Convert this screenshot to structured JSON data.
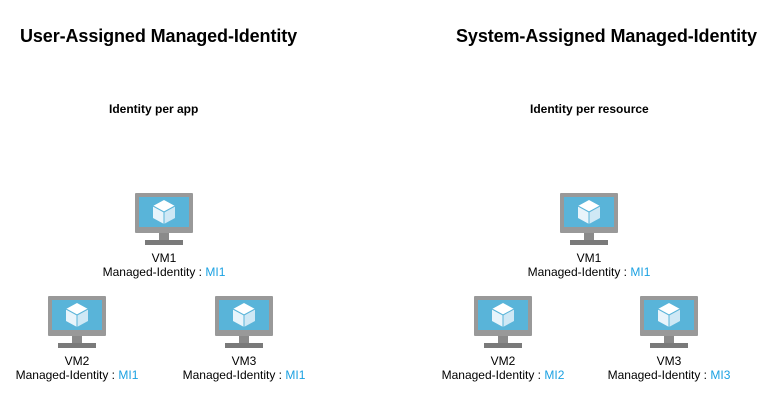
{
  "colors": {
    "accent": "#1ba1e2",
    "monitor_frame": "#999999",
    "screen": "#59b4d9",
    "cube": "#ffffff"
  },
  "icons": {
    "vm": "virtual-machine-icon"
  },
  "left_panel": {
    "title": "User-Assigned Managed-Identity",
    "subtitle": "Identity per app",
    "vms": [
      {
        "name": "VM1",
        "mi_label": "Managed-Identity :",
        "mi_value": "MI1"
      },
      {
        "name": "VM2",
        "mi_label": "Managed-Identity :",
        "mi_value": "MI1"
      },
      {
        "name": "VM3",
        "mi_label": "Managed-Identity :",
        "mi_value": "MI1"
      }
    ]
  },
  "right_panel": {
    "title": "System-Assigned Managed-Identity",
    "subtitle": "Identity per resource",
    "vms": [
      {
        "name": "VM1",
        "mi_label": "Managed-Identity :",
        "mi_value": "MI1"
      },
      {
        "name": "VM2",
        "mi_label": "Managed-Identity :",
        "mi_value": "MI2"
      },
      {
        "name": "VM3",
        "mi_label": "Managed-Identity :",
        "mi_value": "MI3"
      }
    ]
  }
}
